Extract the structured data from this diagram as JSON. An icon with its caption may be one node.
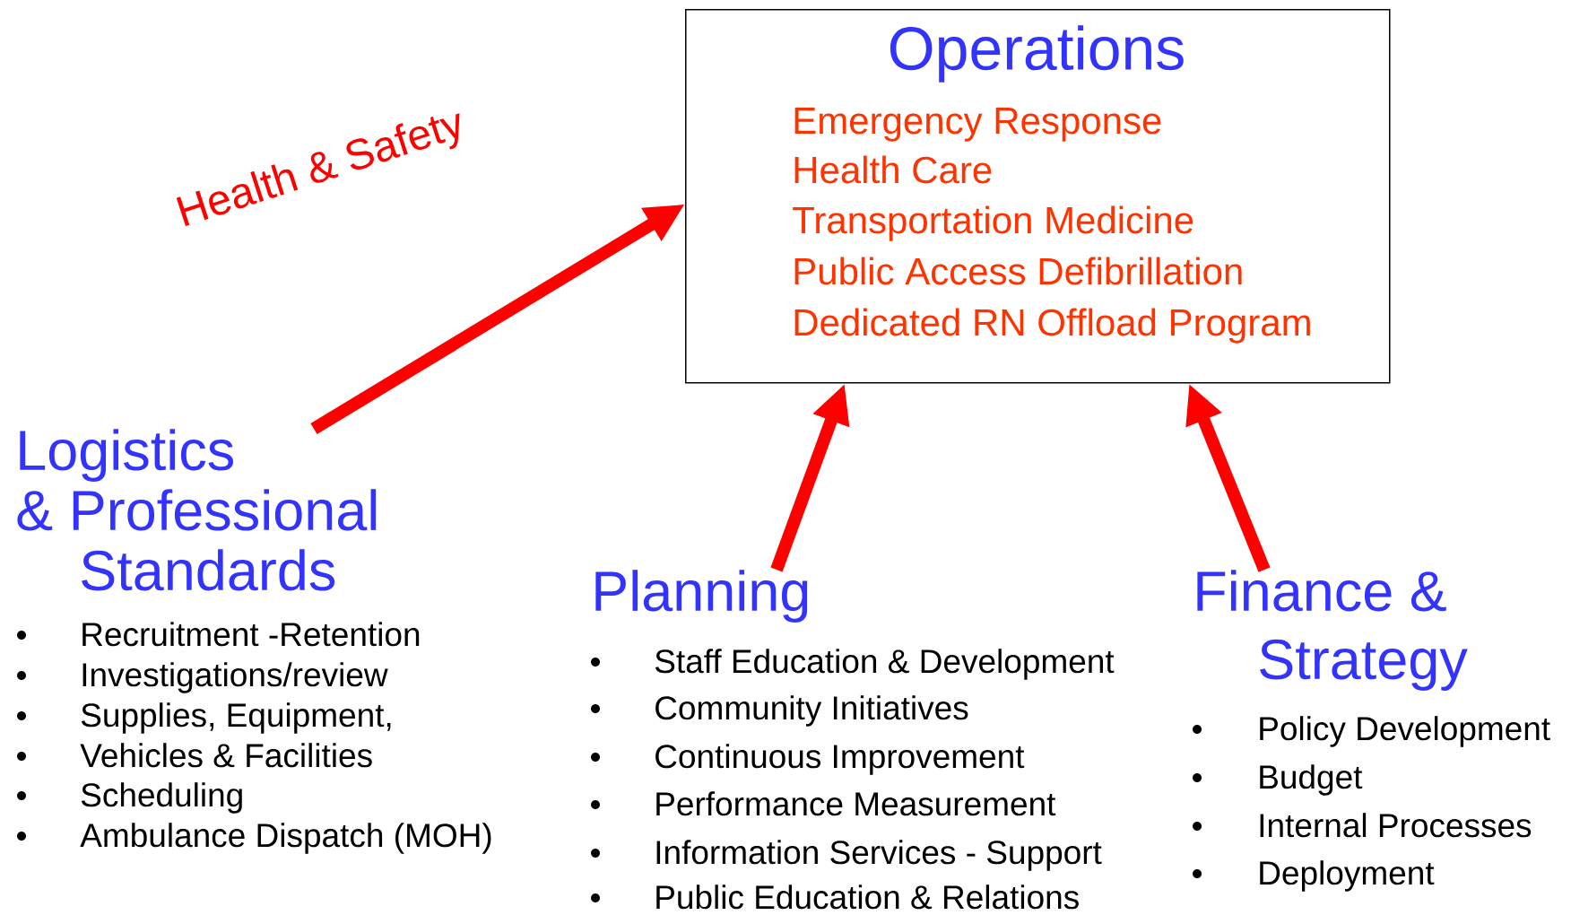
{
  "diagram": {
    "nodes": [
      {
        "text": [
          "Operations",
          "Emergency Response",
          "Health Care",
          "Transportation Medicine",
          "Public Access Defibrillation",
          "Dedicated RN Offload Program"
        ]
      },
      {
        "text": [
          "Logistics & Professional Standards",
          "Recruitment -Retention",
          "Investigations/review",
          "Supplies, Equipment,",
          "Vehicles & Facilities",
          "Scheduling",
          "Ambulance Dispatch (MOH)"
        ]
      },
      {
        "text": [
          "Planning",
          "Staff Education & Development",
          "Community Initiatives",
          "Continuous Improvement",
          "Performance Measurement",
          "Information Services - Support",
          "Public Education & Relations"
        ]
      },
      {
        "text": [
          "Finance & Strategy",
          "Policy Development",
          "Budget",
          "Internal Processes",
          "Deployment"
        ]
      }
    ],
    "edges": [
      {
        "from": 1,
        "to": 0,
        "arrow": "to",
        "label": "Health & Safety"
      },
      {
        "from": 2,
        "to": 0,
        "arrow": "to"
      },
      {
        "from": 3,
        "to": 0,
        "arrow": "to"
      }
    ]
  }
}
